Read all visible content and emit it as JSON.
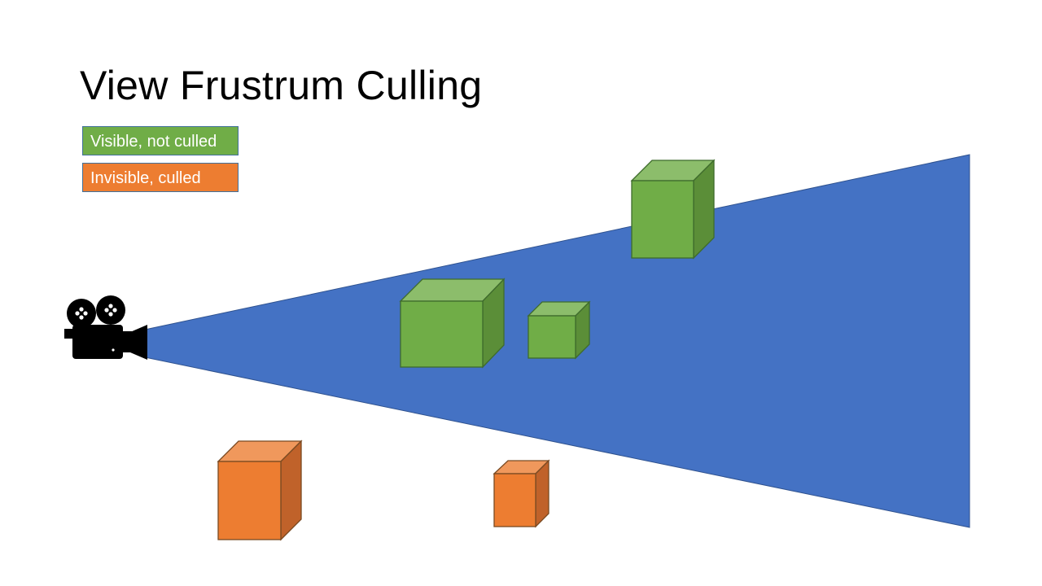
{
  "title": "View Frustrum Culling",
  "legend": {
    "visible": {
      "label": "Visible, not culled",
      "color": "#70ad47"
    },
    "invisible": {
      "label": "Invisible, culled",
      "color": "#ed7d31"
    }
  },
  "frustum_color": "#4472c4",
  "icons": {
    "camera": "movie-camera-icon"
  }
}
